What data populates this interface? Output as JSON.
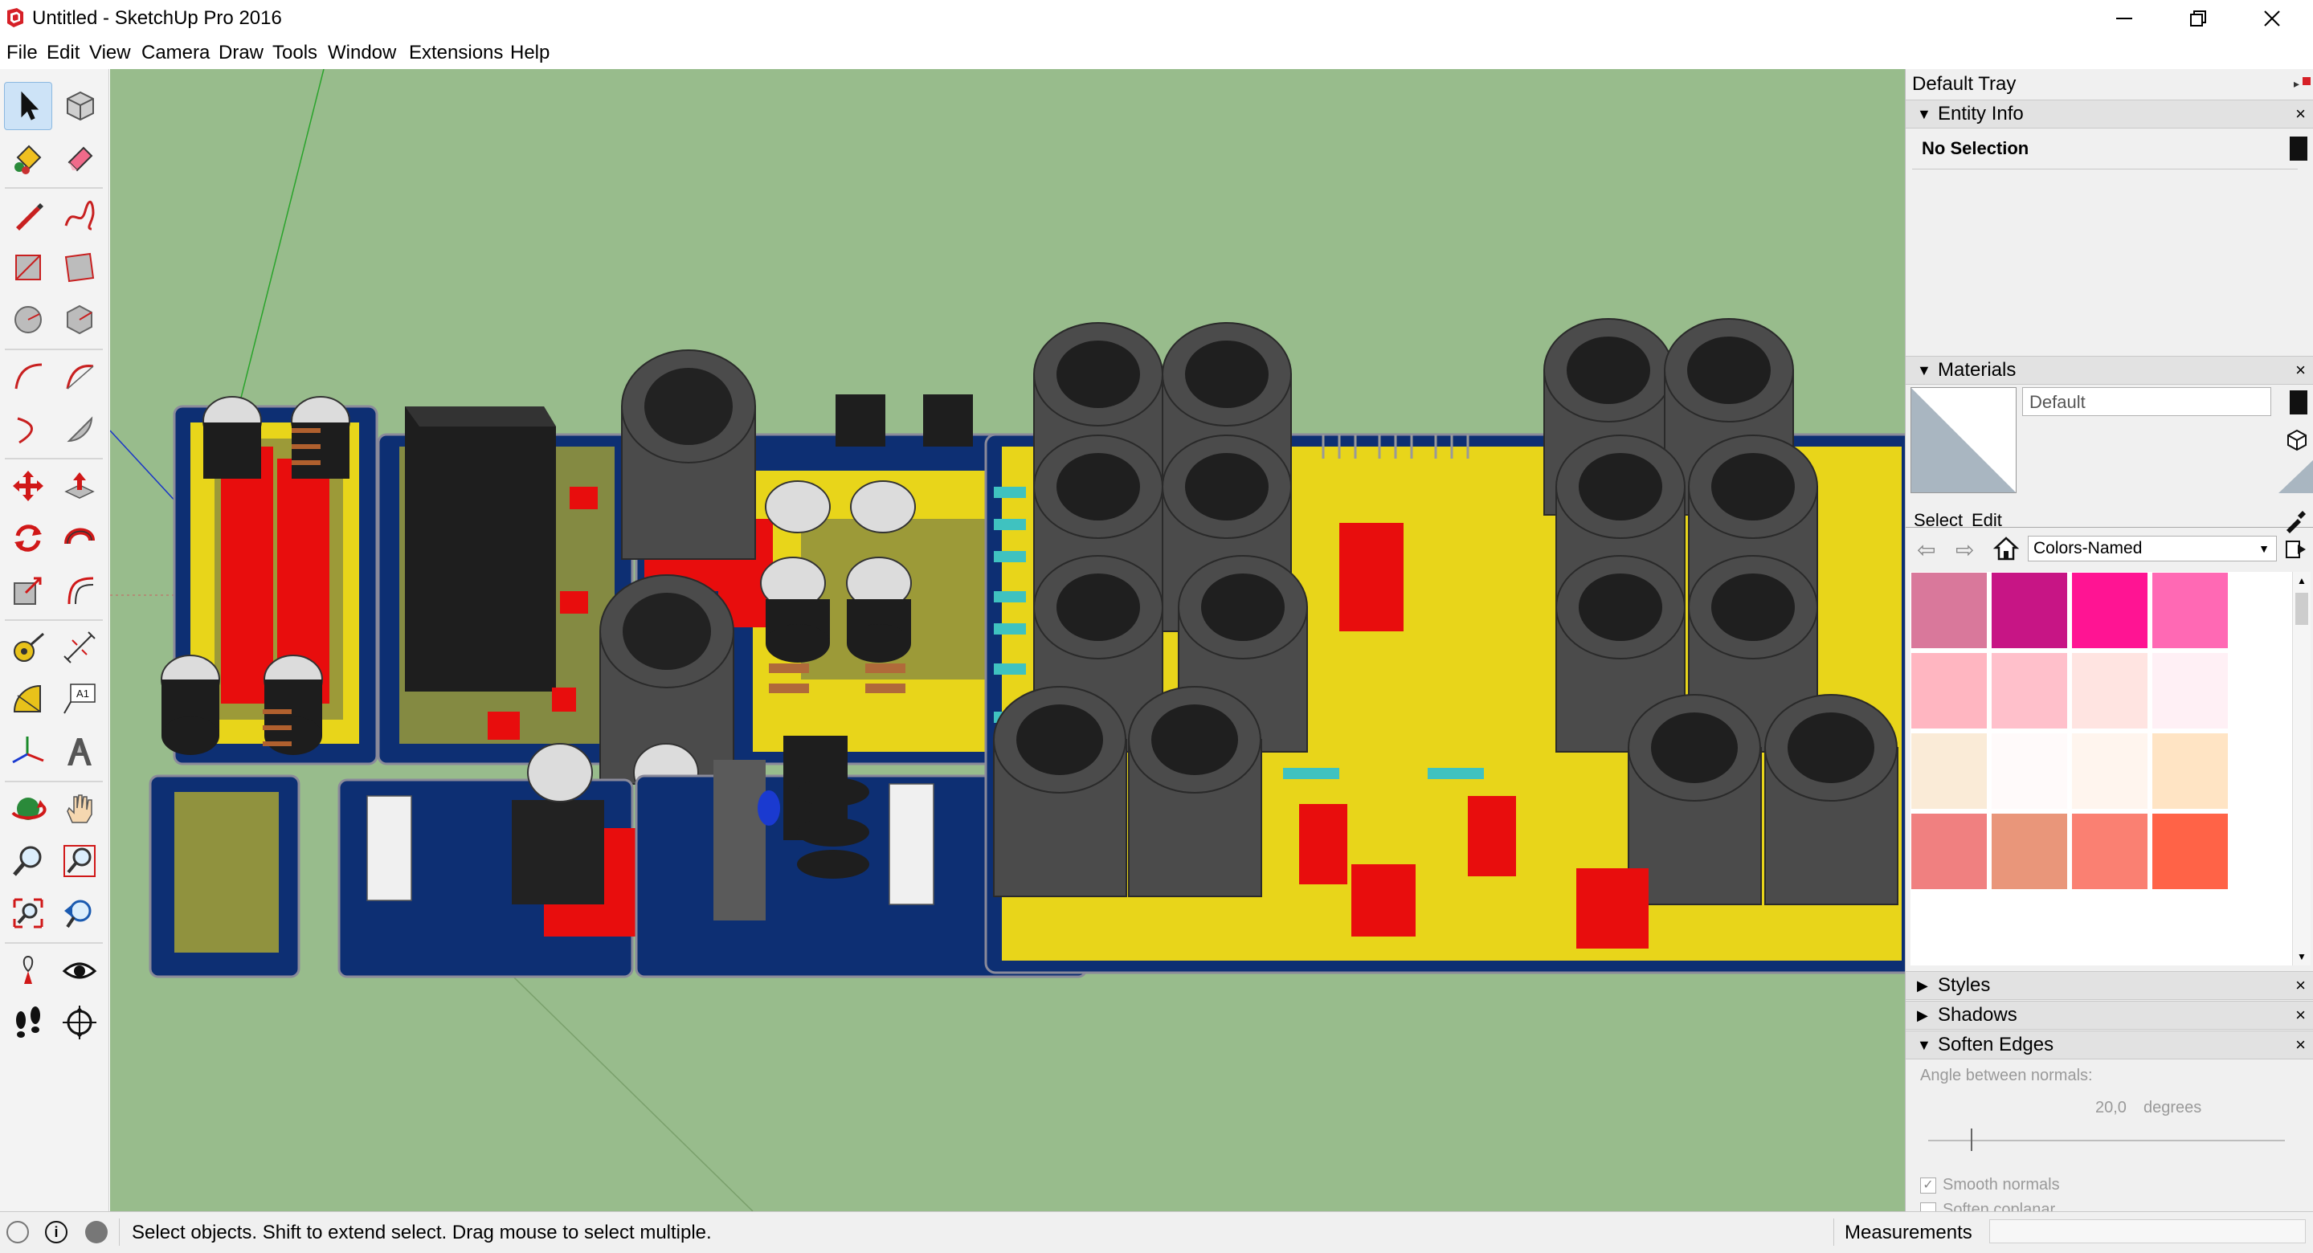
{
  "window": {
    "title": "Untitled - SketchUp Pro 2016",
    "controls": {
      "minimize": "minimize-icon",
      "restore": "restore-icon",
      "close": "close-icon"
    }
  },
  "menubar": {
    "items": [
      "File",
      "Edit",
      "View",
      "Camera",
      "Draw",
      "Tools",
      "Window",
      "Extensions",
      "Help"
    ]
  },
  "toolbar": {
    "tools": [
      "select-icon",
      "make-component-icon",
      "paint-bucket-icon",
      "eraser-icon",
      "line-icon",
      "freehand-icon",
      "rectangle-icon",
      "rotated-rectangle-icon",
      "circle-icon",
      "polygon-icon",
      "arc-icon",
      "two-point-arc-icon",
      "three-point-arc-icon",
      "pie-icon",
      "move-icon",
      "push-pull-icon",
      "rotate-icon",
      "follow-me-icon",
      "scale-icon",
      "offset-icon",
      "tape-measure-icon",
      "dimension-icon",
      "protractor-icon",
      "text-icon",
      "axes-icon",
      "3d-text-icon",
      "orbit-icon",
      "pan-icon",
      "zoom-icon",
      "zoom-window-icon",
      "zoom-extents-icon",
      "previous-view-icon",
      "position-camera-icon",
      "look-around-icon",
      "walk-icon",
      "section-plane-icon"
    ],
    "text_tool_label": "A1"
  },
  "tray": {
    "title": "Default Tray",
    "entity_info": {
      "header": "Entity Info",
      "selection": "No Selection"
    },
    "materials": {
      "header": "Materials",
      "current_material": "Default",
      "tab_select": "Select",
      "tab_edit": "Edit",
      "library": "Colors-Named",
      "swatches": [
        "#d9789b",
        "#c71585",
        "#ff1493",
        "#ff69b4",
        "#ffb6c1",
        "#ffc0cb",
        "#ffe4e1",
        "#fff0f5",
        "#faebd7",
        "#fffafa",
        "#fff5ee",
        "#ffe4c4",
        "#f08080",
        "#e9967a",
        "#fa8072",
        "#ff6347"
      ]
    },
    "styles": {
      "header": "Styles"
    },
    "shadows": {
      "header": "Shadows"
    },
    "soften_edges": {
      "header": "Soften Edges",
      "angle_label": "Angle between normals:",
      "angle_value": "20,0",
      "angle_unit": "degrees",
      "slider_value": 0.12,
      "smooth_normals_label": "Smooth normals",
      "smooth_normals_checked": true,
      "soften_coplanar_label": "Soften coplanar",
      "soften_coplanar_checked": false
    }
  },
  "statusbar": {
    "message": "Select objects. Shift to extend select. Drag mouse to select multiple.",
    "measurements_label": "Measurements",
    "measurements_value": ""
  },
  "colors": {
    "viewport": "#98bc8c",
    "pcb_blue": "#0d2f73",
    "pcb_yellow": "#e8d51a",
    "component_red": "#e80d0d",
    "capacitor_gray": "#4b4b4b",
    "accent": "#cde3f7"
  }
}
